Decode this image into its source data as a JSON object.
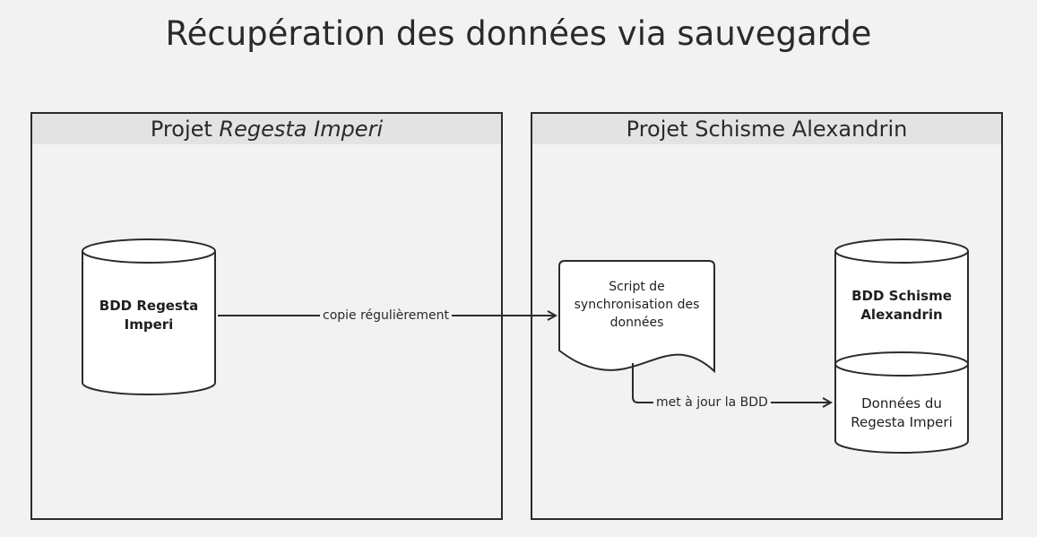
{
  "title": "Récupération des données via sauvegarde",
  "groups": {
    "left": {
      "prefix": "Projet ",
      "emphasis": "Regesta Imperi"
    },
    "right": {
      "label": "Projet Schisme Alexandrin"
    }
  },
  "nodes": {
    "db_regesta": {
      "line1": "BDD Regesta",
      "line2": "Imperi"
    },
    "script": {
      "line1": "Script de",
      "line2": "synchronisation des",
      "line3": "données"
    },
    "db_schisme": {
      "line1": "BDD Schisme",
      "line2": "Alexandrin"
    },
    "data_regesta": {
      "line1": "Données du",
      "line2": "Regesta Imperi"
    }
  },
  "edges": {
    "copy": "copie régulièrement",
    "update": "met à jour la BDD"
  }
}
